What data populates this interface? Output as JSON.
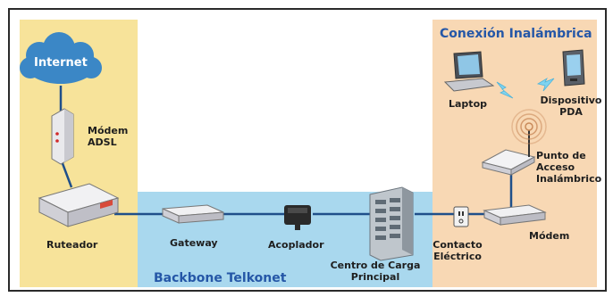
{
  "regions": {
    "wireless_title": "Conexión Inalámbrica",
    "backbone_title": "Backbone Telkonet"
  },
  "nodes": {
    "internet": "Internet",
    "modem_adsl": [
      "Módem",
      "ADSL"
    ],
    "ruteador": "Ruteador",
    "gateway": "Gateway",
    "acoplador": "Acoplador",
    "centro_carga": [
      "Centro de Carga",
      "Principal"
    ],
    "contacto": [
      "Contacto",
      "Eléctrico"
    ],
    "modem": "Módem",
    "punto_acceso": [
      "Punto de",
      "Acceso",
      "Inalámbrico"
    ],
    "laptop": "Laptop",
    "pda": [
      "Dispositivo",
      "PDA"
    ]
  },
  "colors": {
    "left_panel": "#f7e39a",
    "right_panel": "#f8d8b4",
    "backbone_panel": "#a9d8ee",
    "cloud": "#3b87c6",
    "cable": "#1f4f8a",
    "region_title": "#2557a7"
  }
}
